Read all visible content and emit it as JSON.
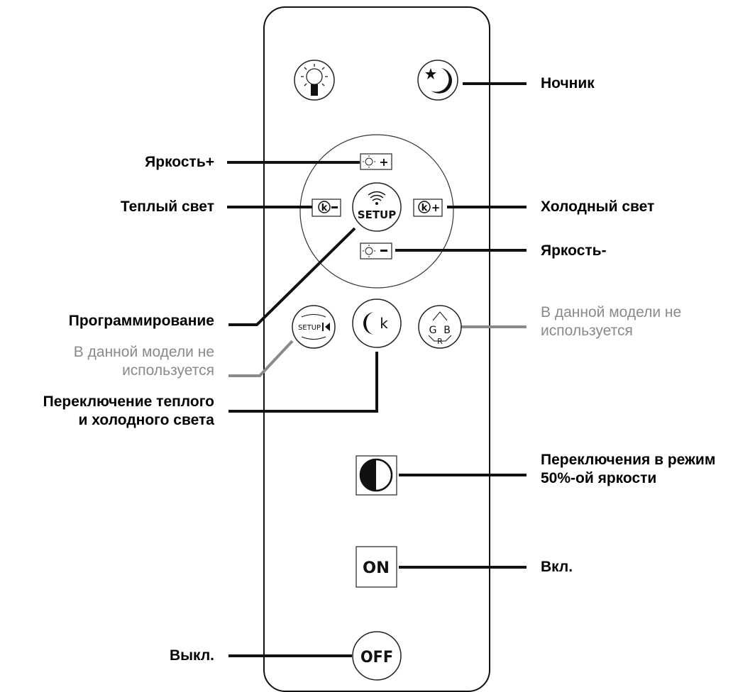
{
  "labels": {
    "night_light": "Ночник",
    "brightness_up": "Яркость+",
    "warm_light": "Теплый свет",
    "cold_light": "Холодный свет",
    "brightness_down": "Яркость-",
    "programming": "Программирование",
    "not_used_left_line1": "В данной модели не",
    "not_used_left_line2": "используется",
    "not_used_right_line1": "В данной модели не",
    "not_used_right_line2": "используется",
    "switch_warm_cold_line1": "Переключение теплого",
    "switch_warm_cold_line2": "и холодного света",
    "half_brightness_line1": "Переключения в режим",
    "half_brightness_line2": "50%-ой яркости",
    "on": "Вкл.",
    "off": "Выкл."
  },
  "buttons": {
    "setup": "SETUP",
    "k": "k",
    "setup_small": "SETUP",
    "on": "ON",
    "off": "OFF",
    "rgb_g": "G",
    "rgb_b": "B",
    "rgb_r": "R"
  },
  "colors": {
    "line_black": "#111111",
    "line_gray": "#8a8a8a"
  }
}
